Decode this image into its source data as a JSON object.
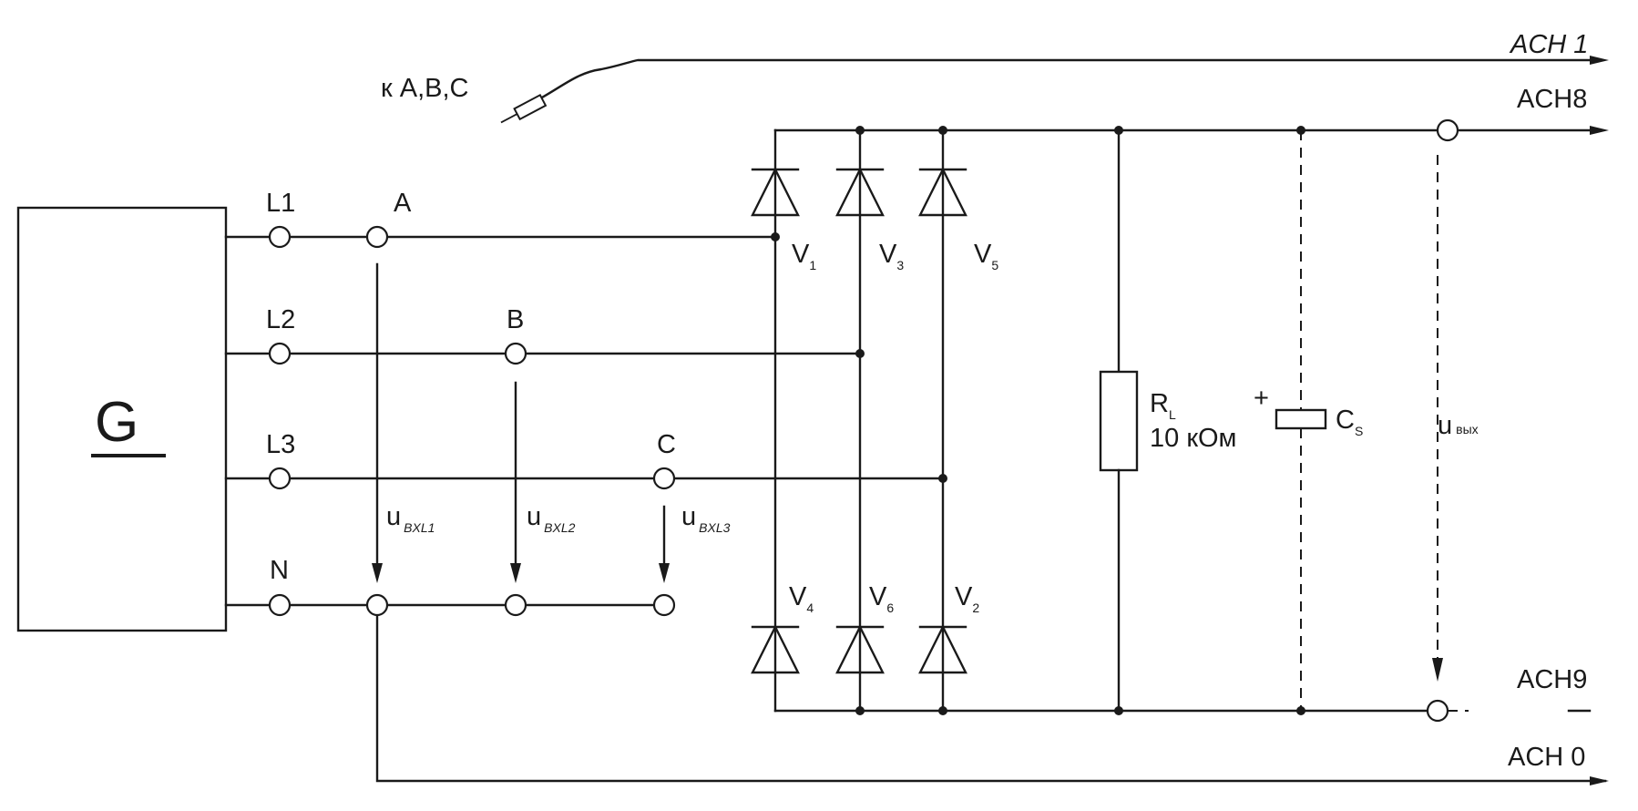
{
  "generator": {
    "label": "G"
  },
  "lines": {
    "l1": "L1",
    "l2": "L2",
    "l3": "L3",
    "n": "N"
  },
  "nodes": {
    "a": "A",
    "b": "B",
    "c": "C"
  },
  "probe": {
    "label": "к A,B,C"
  },
  "inputs": [
    {
      "main": "u",
      "sub": "BXL1"
    },
    {
      "main": "u",
      "sub": "BXL2"
    },
    {
      "main": "u",
      "sub": "BXL3"
    }
  ],
  "diodes": [
    {
      "main": "V",
      "sub": "1"
    },
    {
      "main": "V",
      "sub": "3"
    },
    {
      "main": "V",
      "sub": "5"
    },
    {
      "main": "V",
      "sub": "4"
    },
    {
      "main": "V",
      "sub": "6"
    },
    {
      "main": "V",
      "sub": "2"
    }
  ],
  "resistor": {
    "name_main": "R",
    "name_sub": "L",
    "value": "10 кОм"
  },
  "capacitor": {
    "polarity": "+",
    "name_main": "C",
    "name_sub": "S"
  },
  "output": {
    "main": "u",
    "sub": "вых"
  },
  "channels": {
    "ach1": "ACH 1",
    "ach8": "ACH8",
    "ach9": "ACH9",
    "ach0": "ACH 0"
  }
}
